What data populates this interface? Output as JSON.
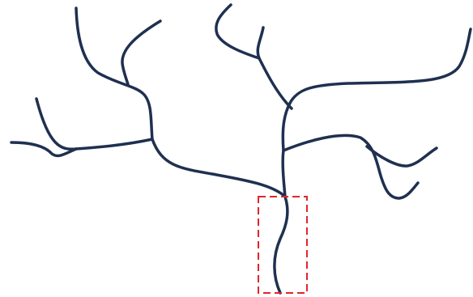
{
  "diagram": {
    "type": "branching-tree",
    "branch_color": "#1f3050",
    "highlight_color": "#e0262b",
    "highlight_style": "dashed-rectangle",
    "highlighted_part": "trunk-base"
  }
}
